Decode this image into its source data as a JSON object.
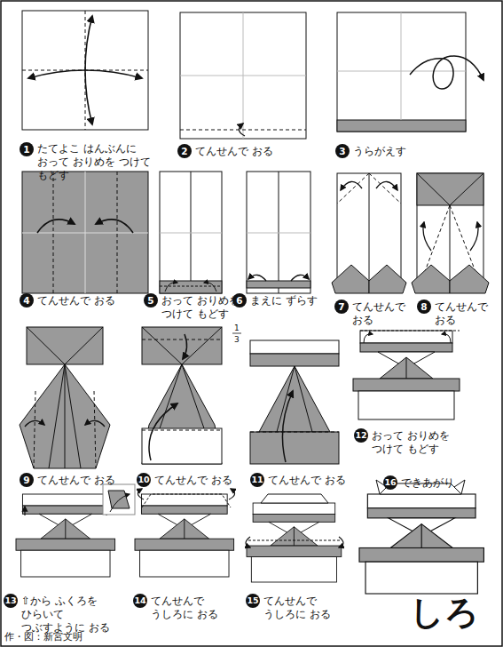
{
  "diagram": {
    "title": "しろ",
    "caption": "作・図：新宮文明",
    "labels": [
      "1",
      "たてよこ はんぶんに おって おりめを つけて もどす",
      "2",
      "てんせんで おる",
      "3",
      "うらがえす",
      "4",
      "てんせんで おる",
      "5",
      "おって おりめを つけて もどす",
      "6",
      "まえに ずらす",
      "7",
      "てんせんで おる",
      "8",
      "てんせんで おる",
      "9",
      "てんせんで おる",
      "1",
      "3",
      "10",
      "てんせんで おる",
      "11",
      "てんせんで おる",
      "12",
      "おって おりめを つけて もどす",
      "13",
      "⇧から ふくろを ひらいて つぶすように おる",
      "14",
      "てんせんで うしろに おる",
      "15",
      "てんせんで うしろに おる",
      "16",
      "できあがり"
    ]
  }
}
